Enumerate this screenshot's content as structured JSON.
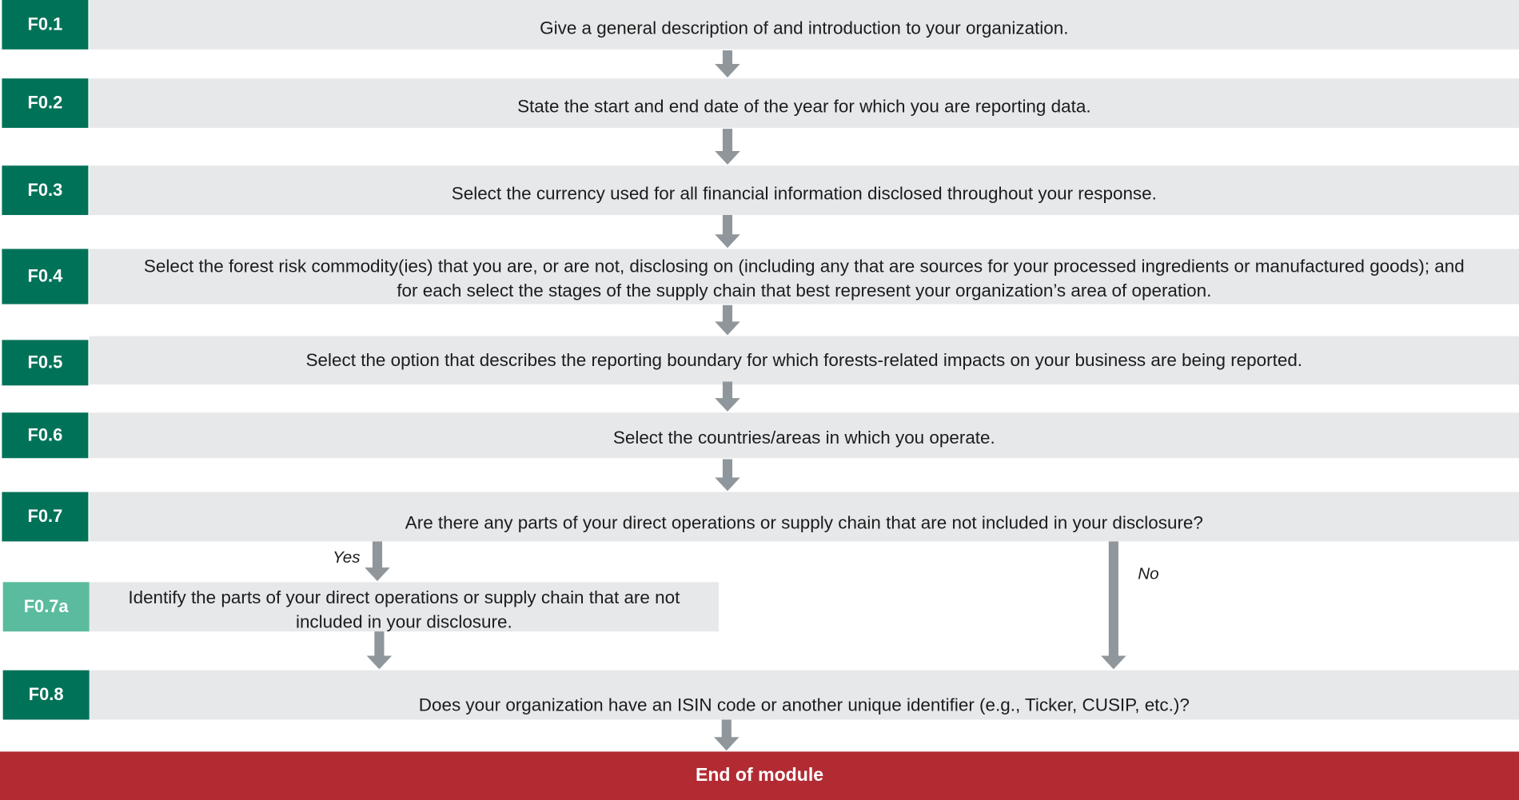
{
  "colors": {
    "tag_dark": "#007258",
    "tag_light": "#5bbb9e",
    "bar_bg": "#e6e8ea",
    "arrow": "#8f979c",
    "end_bg": "#b22b33"
  },
  "steps": [
    {
      "id": "F0.1",
      "text": "Give a general description of and introduction to your organization."
    },
    {
      "id": "F0.2",
      "text": "State the start and end date of the year for which you are reporting data."
    },
    {
      "id": "F0.3",
      "text": "Select the currency used for all financial information disclosed throughout your response."
    },
    {
      "id": "F0.4",
      "lines": [
        "Select the forest risk commodity(ies) that you are, or are not, disclosing on (including any that are sources for your processed ingredients or manufactured goods); and",
        "for each select the stages of the supply chain that best represent your organization’s area of operation."
      ]
    },
    {
      "id": "F0.5",
      "text": "Select the option that describes the reporting boundary for which forests-related impacts on your business are being reported."
    },
    {
      "id": "F0.6",
      "text": "Select the countries/areas in which you operate."
    },
    {
      "id": "F0.7",
      "text": "Are there any parts of your direct operations or supply chain that are not included in your disclosure?"
    },
    {
      "id": "F0.7a",
      "lines": [
        "Identify the parts of your direct operations or supply chain that are not",
        "included in your disclosure."
      ]
    },
    {
      "id": "F0.8",
      "text": "Does your organization have an ISIN code or another unique identifier (e.g., Ticker, CUSIP, etc.)?"
    }
  ],
  "branches": {
    "yes": "Yes",
    "no": "No"
  },
  "end_label": "End of module"
}
